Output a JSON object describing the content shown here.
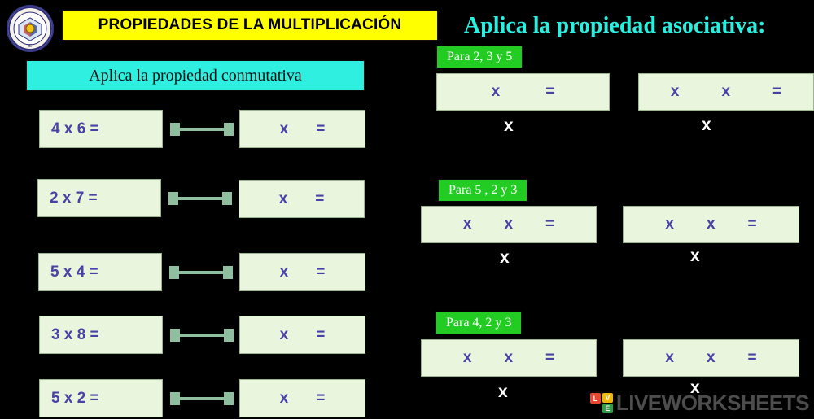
{
  "header": {
    "title_yellow": "PROPIEDADES DE LA MULTIPLICACIÓN",
    "title_cyan": "Aplica la propiedad asociativa:",
    "subtitle_cyan": "Aplica la propiedad conmutativa",
    "logo_name": "school-crest-logo"
  },
  "commutative": {
    "rows": [
      {
        "left": "4 x 6 =",
        "right_op": "x",
        "right_eq": "="
      },
      {
        "left": "2 x 7 =",
        "right_op": "x",
        "right_eq": "="
      },
      {
        "left": "5 x 4 =",
        "right_op": "x",
        "right_eq": "="
      },
      {
        "left": "3 x 8 =",
        "right_op": "x",
        "right_eq": "="
      },
      {
        "left": "5 x 2 =",
        "right_op": "x",
        "right_eq": "="
      }
    ]
  },
  "associative": {
    "groups": [
      {
        "tag": "Para 2, 3 y 5",
        "left_box": {
          "op1": "x",
          "eq": "="
        },
        "left_x": "x",
        "right_box": {
          "op1": "x",
          "op2": "x",
          "eq": "="
        },
        "right_x": "x"
      },
      {
        "tag": "Para 5 , 2 y 3",
        "left_box": {
          "op1": "x",
          "op2": "x",
          "eq": "="
        },
        "left_x": "x",
        "right_box": {
          "op1": "x",
          "op2": "x",
          "eq": "="
        },
        "right_x": "x"
      },
      {
        "tag": "Para 4, 2 y 3",
        "left_box": {
          "op1": "x",
          "op2": "x",
          "eq": "="
        },
        "left_x": "x",
        "right_box": {
          "op1": "x",
          "op2": "x",
          "eq": "="
        },
        "right_x": "x"
      }
    ]
  },
  "watermark": {
    "letters": [
      "L",
      "V",
      "E"
    ],
    "letter_colors": [
      "#e8462f",
      "#f2b705",
      "#2f9e44"
    ],
    "text": "LIVEWORKSHEETS"
  },
  "colors": {
    "background": "#000000",
    "banner_yellow": "#ffff00",
    "banner_cyan": "#2ff0e0",
    "tag_green": "#22cc22",
    "box_fill": "#e9f5dc",
    "box_text": "#4b3fa8",
    "arrow": "#8fbf9f"
  }
}
